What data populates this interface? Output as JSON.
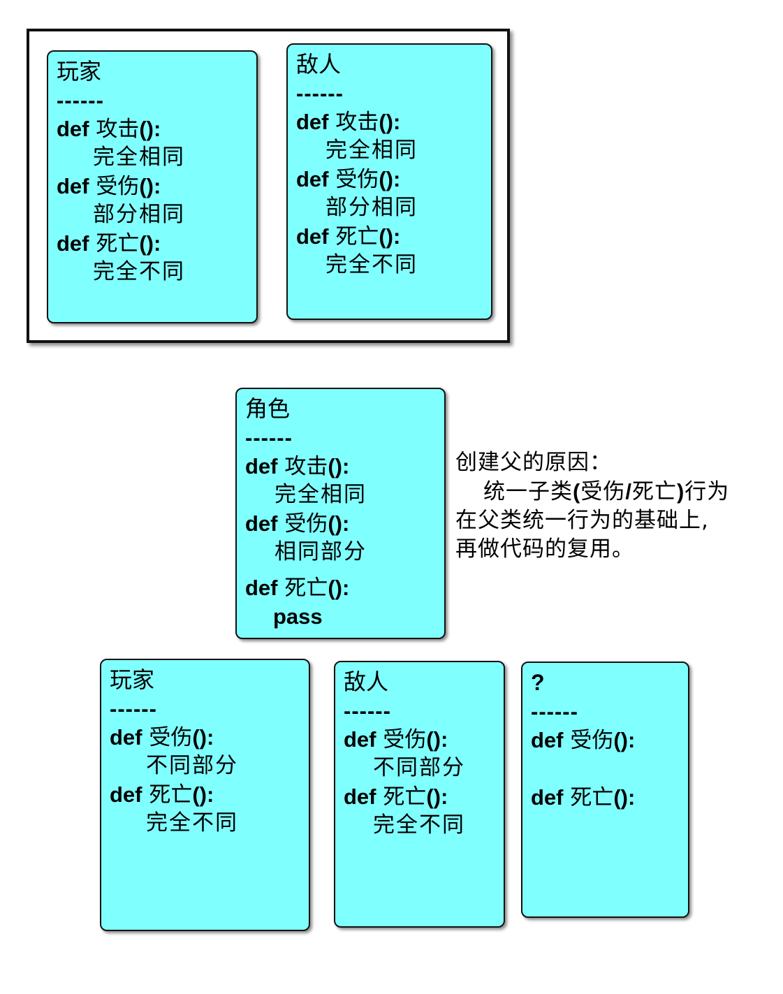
{
  "dash": "------",
  "def_kw": "def",
  "paren": "():",
  "top_group": {
    "player": {
      "title": "玩家",
      "methods": [
        {
          "name": "攻击",
          "body": "完全相同"
        },
        {
          "name": "受伤",
          "body": "部分相同"
        },
        {
          "name": "死亡",
          "body": "完全不同"
        }
      ]
    },
    "enemy": {
      "title": "敌人",
      "methods": [
        {
          "name": "攻击",
          "body": "完全相同"
        },
        {
          "name": "受伤",
          "body": "部分相同"
        },
        {
          "name": "死亡",
          "body": "完全不同"
        }
      ]
    }
  },
  "parent": {
    "title": "角色",
    "methods": [
      {
        "name": "攻击",
        "body": "完全相同"
      },
      {
        "name": "受伤",
        "body": "相同部分"
      },
      {
        "name": "死亡",
        "body": "pass"
      }
    ]
  },
  "note": {
    "line1": "创建父的原因：",
    "line2_a": "统一子类",
    "line2_b": "(",
    "line2_c": "受伤",
    "line2_d": "/",
    "line2_e": "死亡",
    "line2_f": ")",
    "line2_g": "行为",
    "line3": "在父类统一行为的基础上,",
    "line4": "再做代码的复用。"
  },
  "children": {
    "player": {
      "title": "玩家",
      "methods": [
        {
          "name": "受伤",
          "body": "不同部分"
        },
        {
          "name": "死亡",
          "body": "完全不同"
        }
      ]
    },
    "enemy": {
      "title": "敌人",
      "methods": [
        {
          "name": "受伤",
          "body": "不同部分"
        },
        {
          "name": "死亡",
          "body": "完全不同"
        }
      ]
    },
    "unknown": {
      "title": "?",
      "methods": [
        {
          "name": "受伤",
          "body": ""
        },
        {
          "name": "死亡",
          "body": ""
        }
      ]
    }
  }
}
